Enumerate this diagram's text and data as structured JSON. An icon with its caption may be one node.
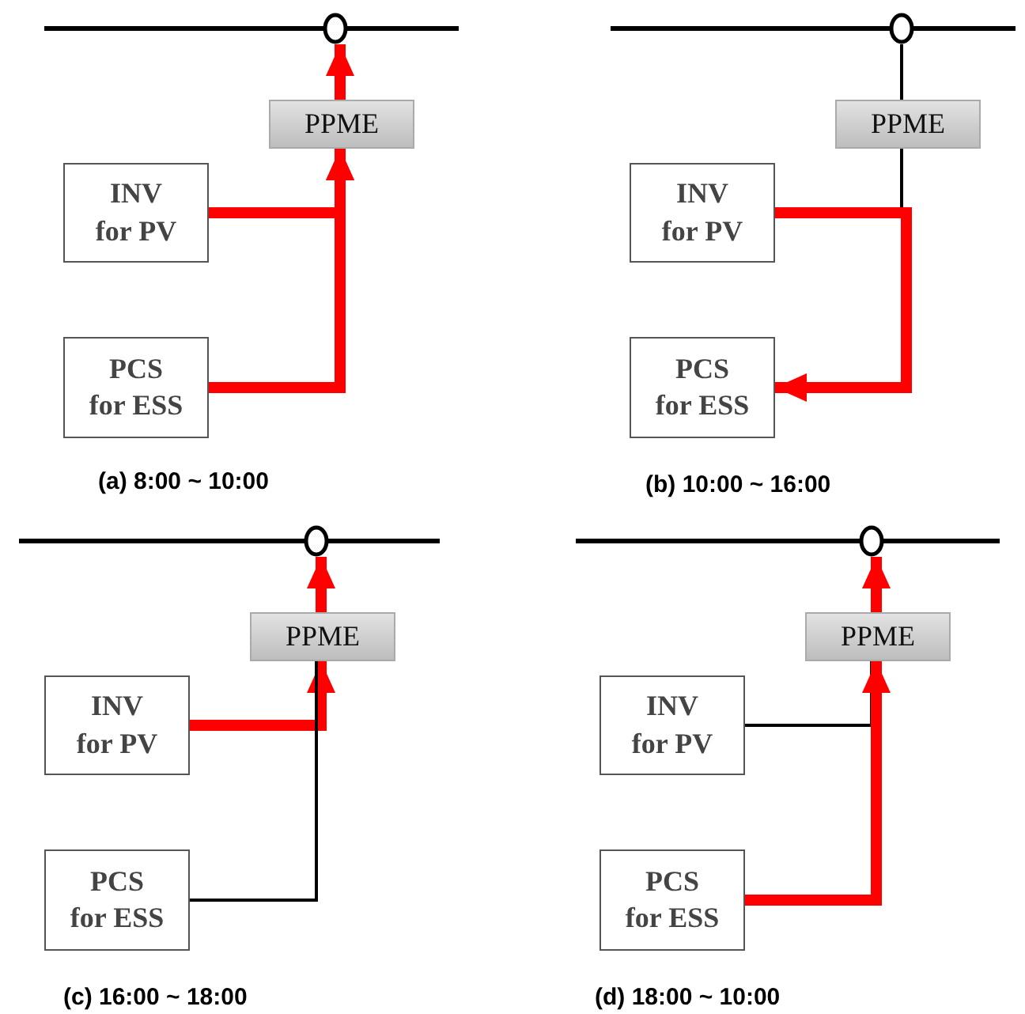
{
  "diagram": {
    "nodes": [
      {
        "text": [],
        "shape": "circle"
      },
      {
        "text": [
          "PPME"
        ]
      },
      {
        "text": [
          "INV for PV"
        ]
      },
      {
        "text": [
          "PCS for ESS"
        ]
      },
      {
        "text": [],
        "shape": "circle"
      },
      {
        "text": [
          "PPME"
        ]
      },
      {
        "text": [
          "INV for PV"
        ]
      },
      {
        "text": [
          "PCS for ESS"
        ]
      },
      {
        "text": [],
        "shape": "circle"
      },
      {
        "text": [
          "PPME"
        ]
      },
      {
        "text": [
          "INV for PV"
        ]
      },
      {
        "text": [
          "PCS for ESS"
        ]
      },
      {
        "text": [],
        "shape": "circle"
      },
      {
        "text": [
          "PPME"
        ]
      },
      {
        "text": [
          "INV for PV"
        ]
      },
      {
        "text": [
          "PCS for ESS"
        ]
      }
    ],
    "edges": [
      {
        "from": 2,
        "to": 1,
        "arrow": "to"
      },
      {
        "from": 3,
        "to": 1,
        "arrow": "to"
      },
      {
        "from": 1,
        "to": 0,
        "arrow": "to"
      },
      {
        "from": 4,
        "to": 5,
        "arrow": "none",
        "color": "#000000"
      },
      {
        "from": 5,
        "to": 6,
        "arrow": "none",
        "color": "#000000"
      },
      {
        "from": 6,
        "to": 7,
        "arrow": "to"
      },
      {
        "from": 10,
        "to": 9,
        "arrow": "to"
      },
      {
        "from": 11,
        "to": 9,
        "arrow": "none",
        "color": "#000000"
      },
      {
        "from": 9,
        "to": 8,
        "arrow": "to"
      },
      {
        "from": 14,
        "to": 13,
        "arrow": "none",
        "color": "#000000"
      },
      {
        "from": 15,
        "to": 13,
        "arrow": "to"
      },
      {
        "from": 13,
        "to": 12,
        "arrow": "to"
      }
    ],
    "labels": [
      "(a) 8:00 ~ 10:00",
      "(b) 10:00 ~ 16:00",
      "(c) 16:00 ~ 18:00",
      "(d) 18:00 ~ 10:00"
    ]
  }
}
